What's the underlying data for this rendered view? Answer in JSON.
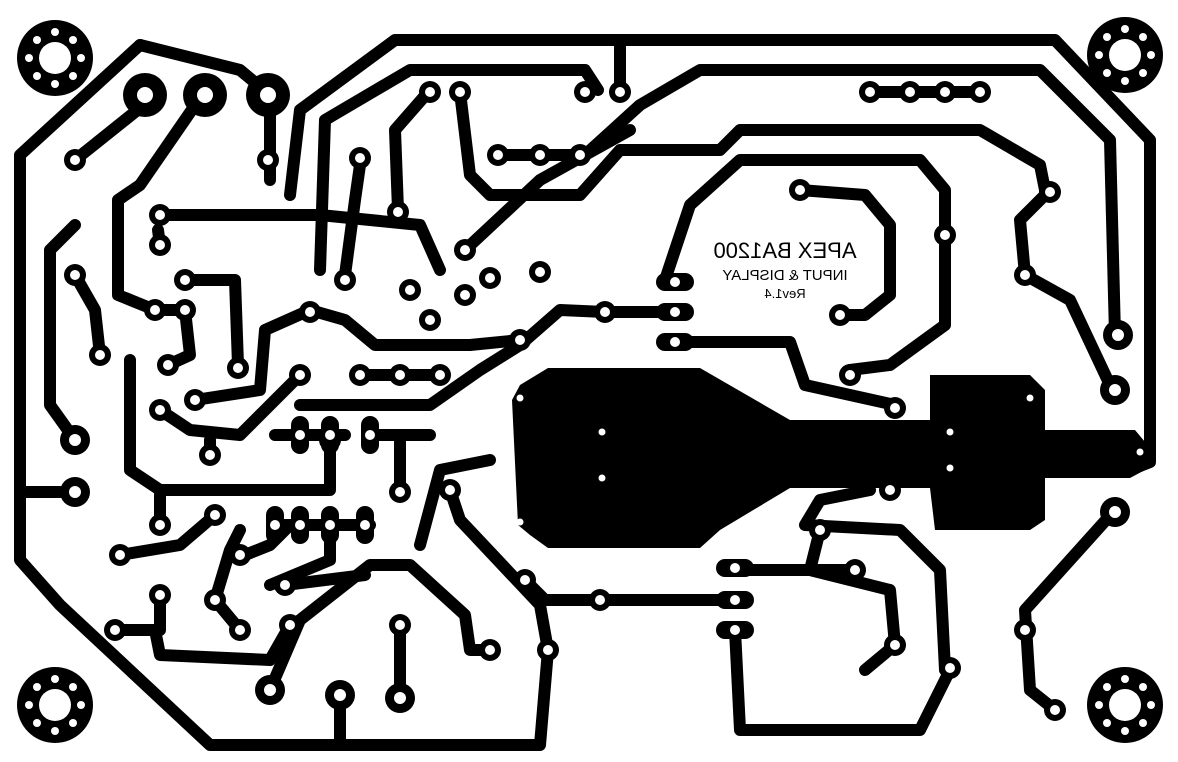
{
  "board": {
    "title": "APEX BA1200",
    "subtitle": "INPUT & DISPLAY",
    "revision": "Rev1.4",
    "mirrored": true
  },
  "colors": {
    "copper": "#000000",
    "substrate": "#ffffff"
  },
  "mounting_holes": 4,
  "via_count": 8
}
